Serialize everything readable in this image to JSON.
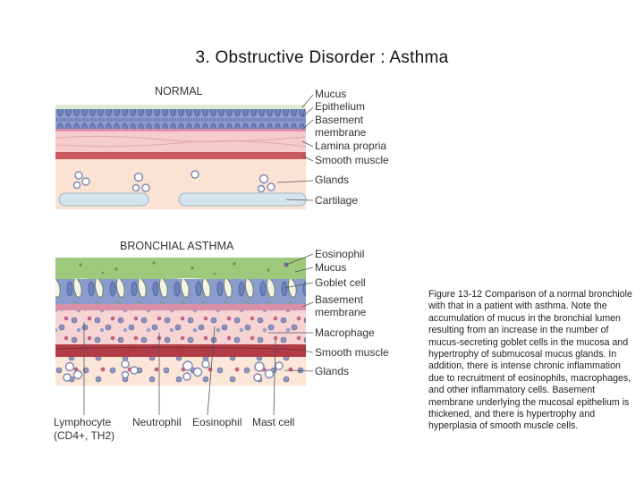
{
  "title": "3.  Obstructive Disorder : Asthma",
  "normal": {
    "heading": "NORMAL",
    "labels": [
      "Mucus",
      "Epithelium",
      "Basement",
      "membrane",
      "Lamina propria",
      "Smooth muscle",
      "Glands",
      "Cartilage"
    ]
  },
  "asthma": {
    "heading": "BRONCHIAL ASTHMA",
    "labels": [
      "Eosinophil",
      "Mucus",
      "Goblet cell",
      "Basement",
      "membrane",
      "Macrophage",
      "Smooth muscle",
      "Glands"
    ],
    "bottom_labels": [
      "Lymphocyte",
      "(CD4+, TH2)",
      "Neutrophil",
      "Eosinophil",
      "Mast cell"
    ]
  },
  "caption": "Figure 13-12  Comparison of a normal bronchiole with that in a patient with asthma. Note the accumulation of mucus in the bronchial lumen resulting from an increase in the number of mucus-secreting goblet cells in the mucosa and hypertrophy of submucosal mucus glands. In addition, there is intense chronic inflammation due to recruitment of eosinophils, macrophages, and other inflammatory cells. Basement membrane underlying the mucosal epithelium is thickened, and there is hypertrophy and hyperplasia of smooth muscle cells.",
  "colors": {
    "mucus": "#9ec97a",
    "epithelium": "#7d8fc4",
    "lamina": "#f2c6c6",
    "muscle": "#b8444c",
    "submucosa": "#fbe3d3",
    "cartilage": "#cfe0ea"
  }
}
